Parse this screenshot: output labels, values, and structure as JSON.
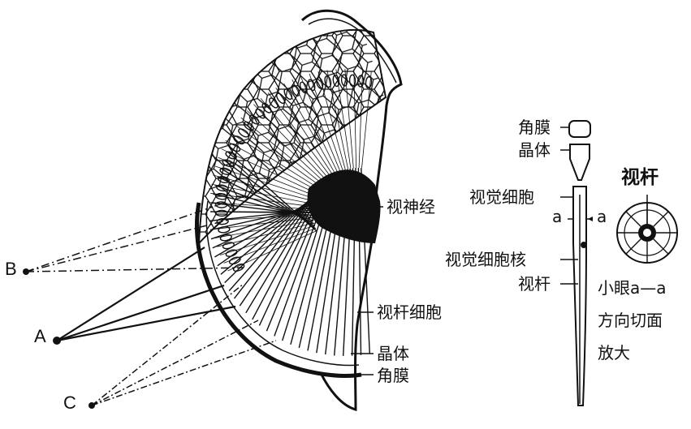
{
  "colors": {
    "ink": "#111111",
    "background": "#ffffff"
  },
  "compound_eye_labels": {
    "optic_nerve": "视神经",
    "rod_cell": "视杆细胞",
    "lens": "晶体",
    "cornea": "角膜"
  },
  "viewpoints": [
    "A",
    "B",
    "C"
  ],
  "ommatidium_labels": {
    "cornea": "角膜",
    "lens": "晶体",
    "visual_cell": "视觉细胞",
    "section_mark_left": "a",
    "section_mark_right": "a",
    "visual_cell_nucleus": "视觉细胞核",
    "rod": "视杆"
  },
  "cross_section": {
    "title": "视杆",
    "caption_lines": [
      "小眼a—a",
      "方向切面",
      "放大"
    ]
  }
}
